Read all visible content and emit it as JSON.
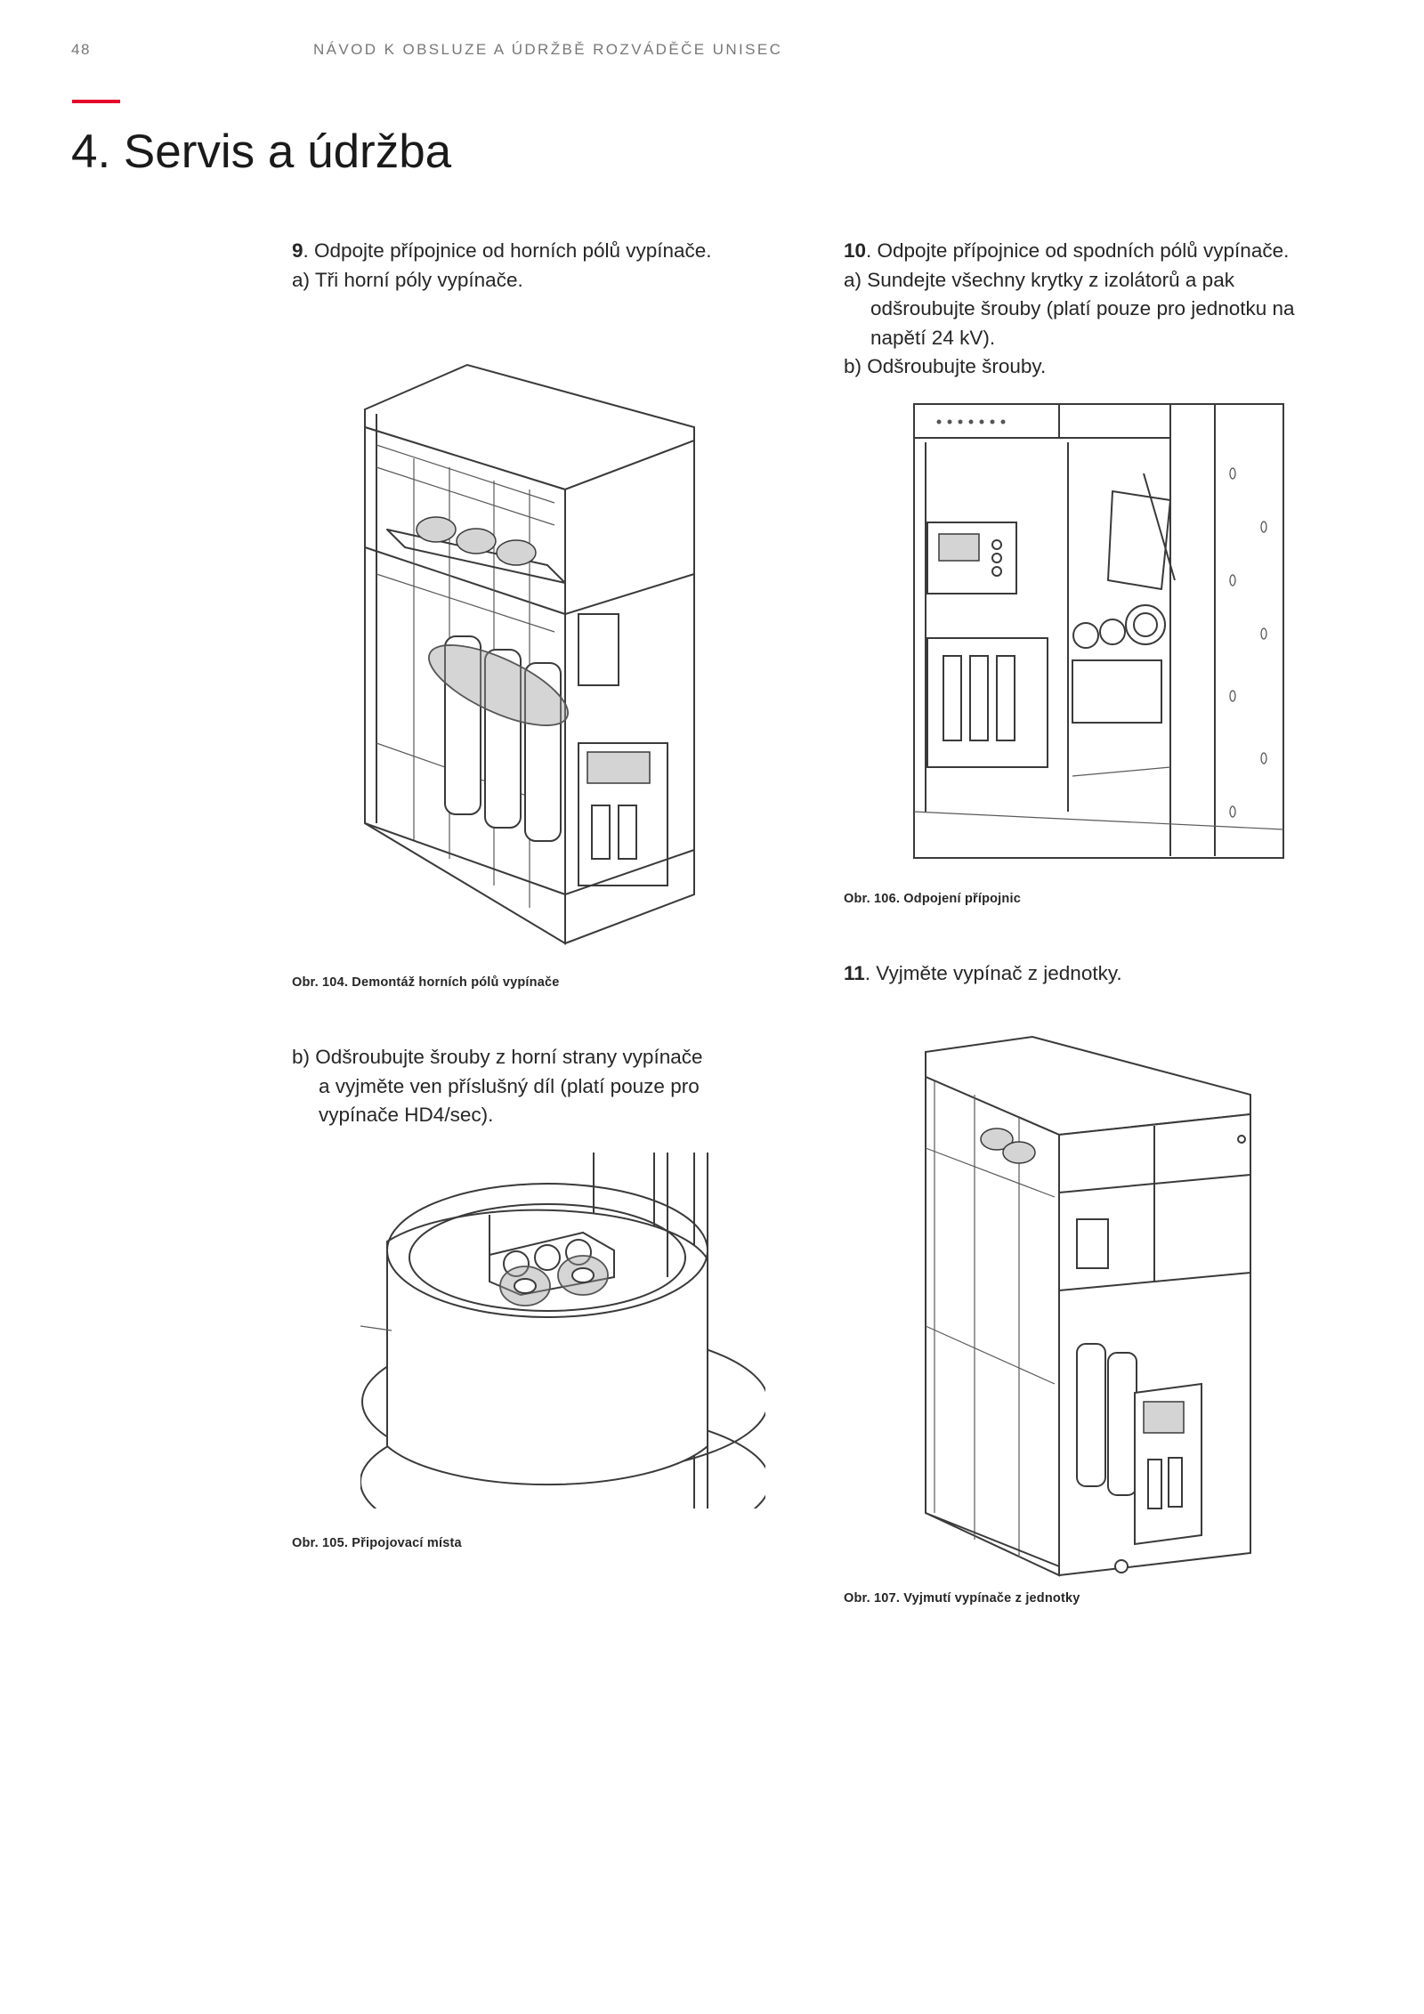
{
  "header": {
    "page_number": "48",
    "running_title": "NÁVOD K OBSLUZE A ÚDRŽBĚ ROZVÁDĚČE UNISEC"
  },
  "section_title": "4. Servis a údržba",
  "colors": {
    "accent_bar": "#e4002b",
    "text": "#262626"
  },
  "step9": {
    "number": "9",
    "text": ".  Odpojte přípojnice od horních pólů vypínače.",
    "a": "a) Tři horní póly vypínače.",
    "b_line1": "b)  Odšroubujte šrouby z horní strany vypínače",
    "b_line2": "a vyjměte ven příslušný díl (platí pouze pro",
    "b_line3": "vypínače HD4/sec)."
  },
  "step10": {
    "number": "10",
    "text": ".  Odpojte přípojnice od spodních pólů vypínače.",
    "a_line1": "a)  Sundejte všechny krytky z izolátorů a pak",
    "a_line2": "odšroubujte šrouby (platí pouze pro jednotku na",
    "a_line3": "napětí 24 kV).",
    "b": "b) Odšroubujte šrouby."
  },
  "step11": {
    "number": "11",
    "text": ". Vyjměte vypínač z jednotky."
  },
  "figures": {
    "fig104": {
      "caption": "Obr. 104. Demontáž horních pólů vypínače"
    },
    "fig105": {
      "caption": "Obr. 105. Připojovací místa"
    },
    "fig106": {
      "caption": "Obr. 106. Odpojení přípojnic"
    },
    "fig107": {
      "caption": "Obr. 107. Vyjmutí vypínače z jednotky"
    }
  }
}
